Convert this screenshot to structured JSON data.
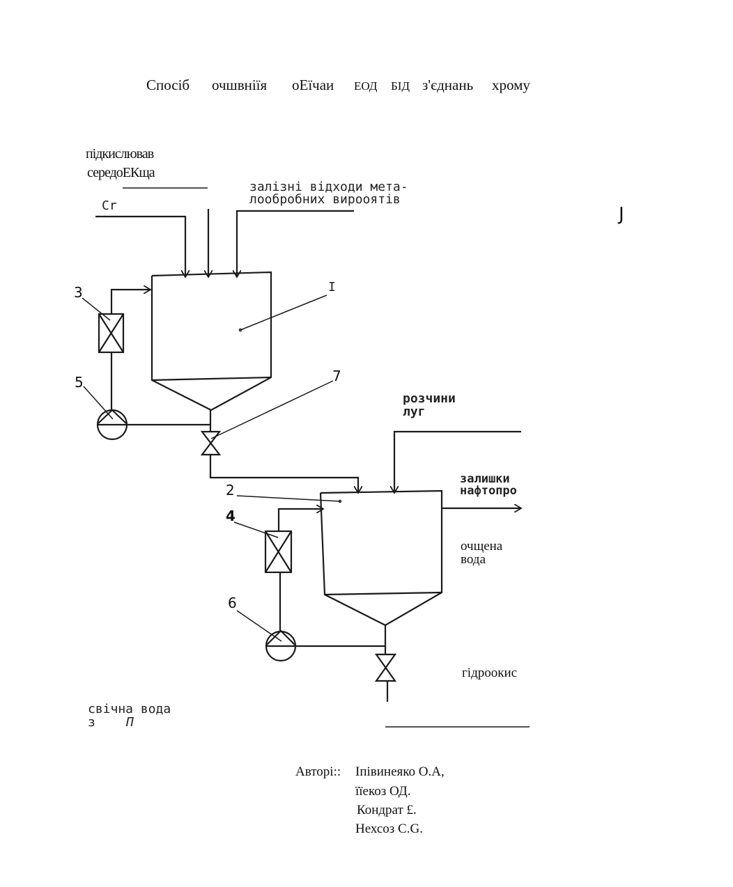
{
  "title": {
    "w1": "Спосіб",
    "w2": "очшвніїя",
    "w3": "оЕїчаи",
    "w4": "ЕОД",
    "w5": "БІД",
    "w6": "з'єднань",
    "w7": "хрому"
  },
  "inputs": {
    "acid_line1": "підкислював",
    "acid_line2": "середоЕКща",
    "cr_label": "Cr",
    "iron_line1": "залізні відходи мета-",
    "iron_line2": "лообробних вирооятів",
    "corner_mark": "J"
  },
  "numbers": {
    "n1": "I",
    "n2": "2",
    "n3": "3",
    "n4": "4",
    "n5": "5",
    "n6": "6",
    "n7": "7"
  },
  "labels": {
    "alkali_line1": "розчини",
    "alkali_line2": "луг",
    "oil_line1": "залишки",
    "oil_line2": "нафтопро",
    "clean_line1": "очщена",
    "clean_line2": "вода",
    "hydroxide": "гідроокис",
    "waste_line1": "свічна вода",
    "waste_line2": "з",
    "waste_mark": "П"
  },
  "authors": {
    "heading": "Авторі::",
    "names": [
      "Іпівинеяко О.А,",
      "їїекоз ОД.",
      "Кондрат £.",
      "Нехсоз C.G."
    ]
  }
}
